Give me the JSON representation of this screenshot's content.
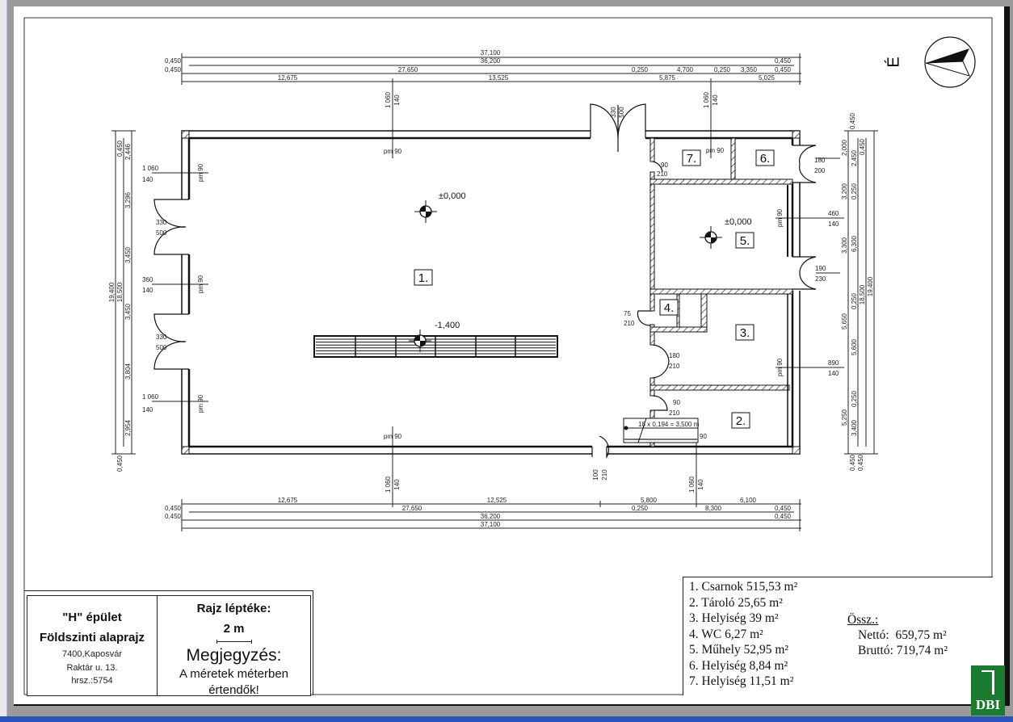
{
  "compass": {
    "north_label": "É"
  },
  "levels": {
    "hall": "±0,000",
    "workshop": "±0,000",
    "pit": "-1,400"
  },
  "room_tags": [
    "1.",
    "2.",
    "3.",
    "4.",
    "5.",
    "6.",
    "7."
  ],
  "dims": {
    "top": [
      "37,100",
      "36,200",
      "0,450",
      "0,450",
      "27,650",
      "12,675",
      "13,525",
      "0,250",
      "4,700",
      "0,250",
      "3,350",
      "0,450",
      "0,450",
      "5,875",
      "5,025"
    ],
    "bottom": [
      "12,675",
      "12,525",
      "5,800",
      "6,100",
      "0,450",
      "27,650",
      "0,250",
      "8,300",
      "0,450",
      "0,450",
      "36,200",
      "0,450",
      "37,100"
    ],
    "left": [
      "19,400",
      "18,500",
      "0,450",
      "2,446",
      "3,296",
      "3,450",
      "3,450",
      "3,804",
      "2,954",
      "0,450"
    ],
    "right": [
      "0,450",
      "2,000",
      "0,450",
      "2,450",
      "3,200",
      "0,250",
      "3,300",
      "6,300",
      "0,250",
      "18,500",
      "19,400",
      "5,650",
      "5,600",
      "0,250",
      "5,250",
      "3,400",
      "0,450",
      "0,450"
    ]
  },
  "annotations": [
    "1 060",
    "140",
    "pm 90",
    "1 060",
    "140",
    "pm 90",
    "330",
    "500",
    "1 060",
    "140",
    "pm 90",
    "330",
    "500",
    "360",
    "140",
    "pm 90",
    "330",
    "500",
    "1 060",
    "140",
    "pm 90",
    "pm 90",
    "1 060",
    "140",
    "100",
    "210",
    "1 060",
    "140",
    "90",
    "210",
    "180",
    "200",
    "pm 90",
    "460",
    "140",
    "190",
    "230",
    "75",
    "210",
    "180",
    "210",
    "pm 90",
    "890",
    "140",
    "90",
    "210",
    "18 x 0,194 = 3,500 m",
    "90"
  ],
  "title_block": {
    "building": "\"H\" épület",
    "sheet": "Földszinti alaprajz",
    "city": "7400,Kaposvár",
    "street": "Raktár u. 13.",
    "parcel": "hrsz.:5754",
    "scale_label": "Rajz léptéke:",
    "scale_value": "2 m",
    "note_title": "Megjegyzés:",
    "note_line1": "A méretek méterben",
    "note_line2": "értendők!"
  },
  "legend": {
    "rooms": [
      "1. Csarnok 515,53 m²",
      "2. Tároló 25,65 m²",
      "3. Helyiség 39 m²",
      "4. WC 6,27 m²",
      "5. Műhely 52,95 m²",
      "6. Helyiség 8,84 m²",
      "7. Helyiség 11,51 m²"
    ],
    "total_label": "Össz.:",
    "net": "Nettó:  659,75 m²",
    "gross": "Bruttó: 719,74 m²"
  },
  "logo": {
    "text": "DBI",
    "color": "#1c7a2e"
  }
}
